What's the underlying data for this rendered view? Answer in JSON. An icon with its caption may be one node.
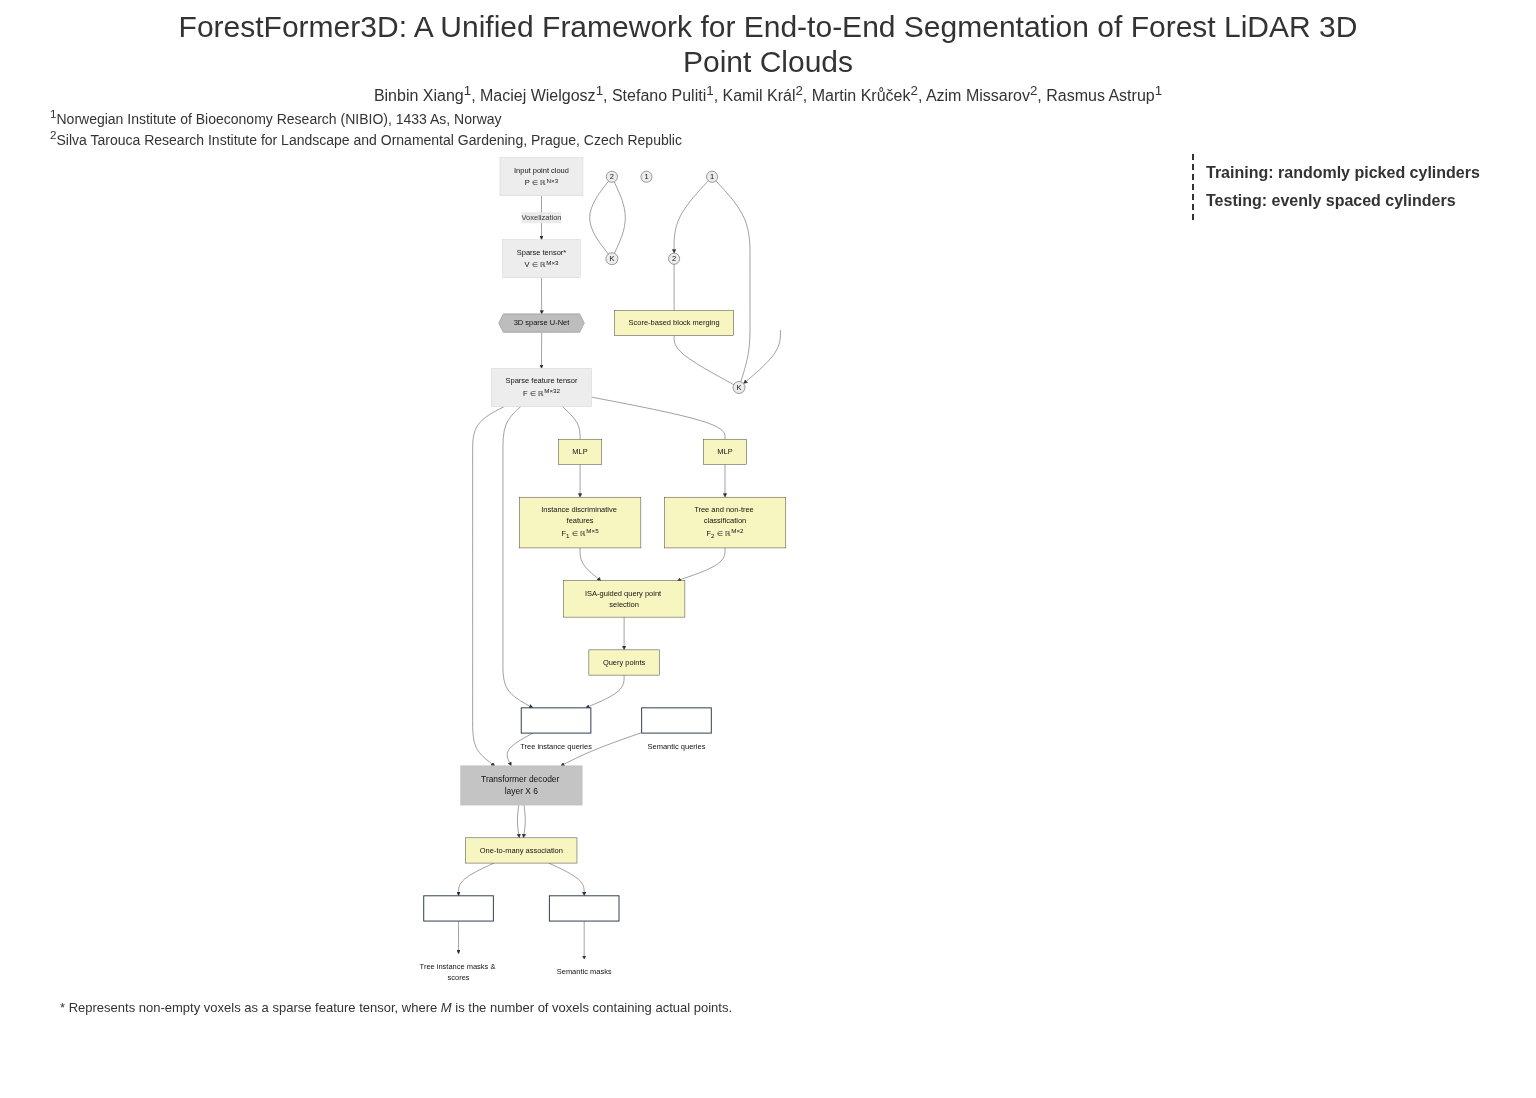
{
  "diagram": {
    "title": "ForestFormer3D: A Unified Framework for End-to-End Segmentation of Forest LiDAR 3D Point Clouds",
    "nodes": [
      {
        "text": [
          "Input point cloud",
          "P ∈ ℝ$^{N×3}$"
        ]
      },
      {
        "text": [
          "Sparse tensor*",
          "V ∈ ℝ$^{M×3}$"
        ]
      },
      {
        "text": [
          "3D sparse U-Net"
        ]
      },
      {
        "text": [
          "Sparse feature tensor",
          "F ∈ ℝ$^{M×32}$"
        ]
      },
      {
        "text": [
          "MLP"
        ]
      },
      {
        "text": [
          "MLP"
        ]
      },
      {
        "text": [
          "Instance discriminative features",
          "F$_{1}$ ∈ ℝ$^{M×5}$"
        ]
      },
      {
        "text": [
          "Tree and non-tree classification",
          "F$_{2}$ ∈ ℝ$^{M×2}$"
        ]
      },
      {
        "text": [
          "ISA-guided query point selection"
        ]
      },
      {
        "text": [
          "Query points"
        ]
      },
      {
        "text": [
          "Transformer decoder layer X 6"
        ]
      },
      {
        "text": [],
        "shape": "box",
        "beside": [
          "Tree instance queries"
        ]
      },
      {
        "text": [],
        "shape": "box",
        "beside": [
          "Semantic queries"
        ]
      },
      {
        "text": [
          "One-to-many association"
        ]
      },
      {
        "text": [],
        "shape": "box"
      },
      {
        "text": [],
        "shape": "box"
      },
      {
        "text": [
          "Tree instance masks & scores"
        ]
      },
      {
        "text": [
          "Semantic masks"
        ]
      },
      {
        "text": [
          "2"
        ]
      },
      {
        "text": [
          "1"
        ]
      },
      {
        "text": [
          "K"
        ]
      },
      {
        "text": [
          "1"
        ]
      },
      {
        "text": [
          "2"
        ]
      },
      {
        "text": [
          "Score-based block merging"
        ]
      },
      {
        "text": [
          "K"
        ]
      }
    ],
    "edges": [
      {
        "from": 0,
        "to": 1,
        "arrow": "to",
        "label": "Voxelization"
      },
      {
        "from": 1,
        "to": 2,
        "arrow": "to"
      },
      {
        "from": 2,
        "to": 3,
        "arrow": "to"
      },
      {
        "from": 3,
        "to": 4,
        "arrow": "none"
      },
      {
        "from": 3,
        "to": 5,
        "arrow": "none"
      },
      {
        "from": 4,
        "to": 6,
        "arrow": "to"
      },
      {
        "from": 5,
        "to": 7,
        "arrow": "to"
      },
      {
        "from": 6,
        "to": 8,
        "arrow": "to"
      },
      {
        "from": 7,
        "to": 8,
        "arrow": "to"
      },
      {
        "from": 8,
        "to": 9,
        "arrow": "to"
      },
      {
        "from": 3,
        "to": 10,
        "arrow": "to"
      },
      {
        "from": 3,
        "to": 11,
        "arrow": "to"
      },
      {
        "from": 9,
        "to": 11,
        "arrow": "to"
      },
      {
        "from": 11,
        "to": 10,
        "arrow": "to"
      },
      {
        "from": 12,
        "to": 10,
        "arrow": "to"
      },
      {
        "from": 10,
        "to": 13,
        "arrow": "to"
      },
      {
        "from": 10,
        "to": 13,
        "arrow": "to"
      },
      {
        "from": 13,
        "to": 14,
        "arrow": "to"
      },
      {
        "from": 13,
        "to": 15,
        "arrow": "to"
      },
      {
        "from": 14,
        "to": 16,
        "arrow": "to"
      },
      {
        "from": 15,
        "to": 17,
        "arrow": "to"
      },
      {
        "from": 18,
        "to": 20,
        "arrow": "none"
      },
      {
        "from": 18,
        "to": 20,
        "arrow": "none"
      },
      {
        "from": 21,
        "to": 22,
        "arrow": "to"
      },
      {
        "from": 22,
        "to": 23,
        "arrow": "none"
      },
      {
        "from": 23,
        "to": 24,
        "arrow": "none"
      },
      {
        "from": 21,
        "to": 24,
        "arrow": "none"
      },
      {
        "from": null,
        "to": 24,
        "arrow": "to"
      }
    ],
    "labels": [
      "Binbin Xiang$^{1}$, Maciej Wielgosz$^{1}$, Stefano Puliti$^{1}$, Kamil Král$^{2}$, Martin Krůček$^{2}$, Azim Missarov$^{2}$, Rasmus Astrup$^{1}$",
      "$^{1}$Norwegian Institute of Bioeconomy Research (NIBIO), 1433 As, Norway",
      "$^{2}$Silva Tarouca Research Institute for Landscape and Ornamental Gardening, Prague, Czech Republic",
      "Training: randomly picked cylinders",
      "Testing: evenly spaced cylinders",
      "* Represents non-empty voxels as a sparse feature tensor, where *M* is the number of voxels containing actual points."
    ]
  }
}
